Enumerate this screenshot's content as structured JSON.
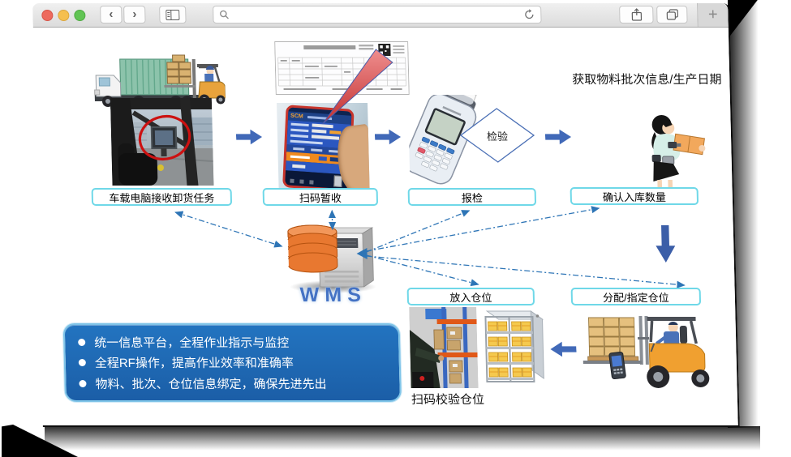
{
  "browser": {
    "address_value": "",
    "glyphs": {
      "back": "‹",
      "forward": "›",
      "plus": "+"
    },
    "icons": [
      "close-light",
      "minimize-light",
      "maximize-light",
      "back-icon",
      "forward-icon",
      "sidebar-icon",
      "search-icon",
      "reload-icon",
      "share-icon",
      "tabs-icon",
      "new-tab-icon"
    ]
  },
  "diagram": {
    "steps": [
      "车载电脑接收卸货任务",
      "扫码暂收",
      "报检",
      "确认入库数量",
      "放入仓位",
      "分配/指定仓位"
    ],
    "decision_label": "检验",
    "note_top_right": "获取物料批次信息/生产日期",
    "wms_label": "WMS",
    "scan_verify_label": "扫码校验仓位",
    "phone_app_title": "SCM",
    "info_box": {
      "bullets": [
        "统一信息平台，全程作业指示与监控",
        "全程RF操作，提高作业效率和准确率",
        "物料、批次、仓位信息绑定，确保先进先出"
      ]
    },
    "colors": {
      "connector": "#2E75B6",
      "solid_arrow": "#4169B8",
      "label_border": "#6FD8E8",
      "info_box_bg": "#1F6AB2",
      "wms_text": "#4472C4",
      "database": "#E87830"
    }
  }
}
